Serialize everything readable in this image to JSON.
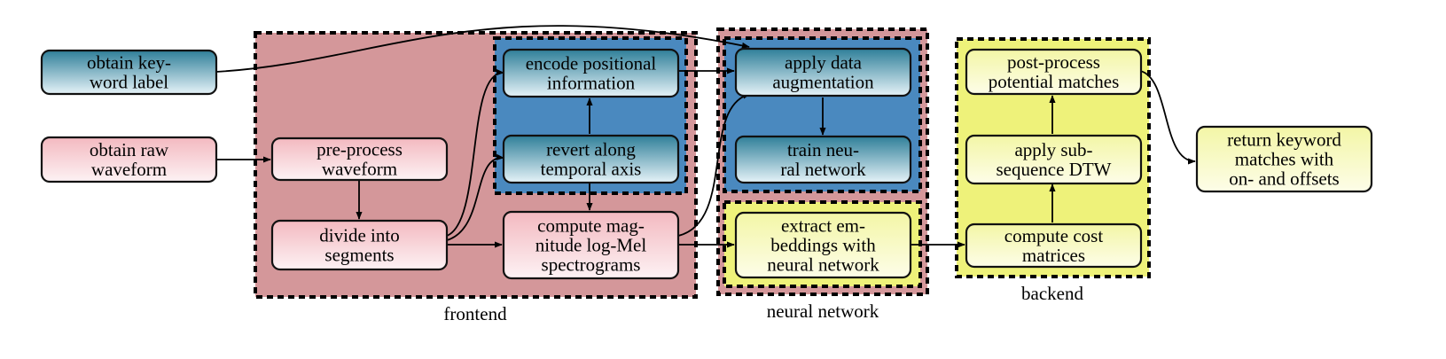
{
  "colors": {
    "teal_top": "#2f7f99",
    "teal_bottom": "#e6f3f8",
    "pink_top": "#f3b9c0",
    "pink_bottom": "#fdf2f4",
    "yellow_top": "#f3f6a6",
    "yellow_bottom": "#fdfde8",
    "group_pink": "#d4979a",
    "group_blue": "#4a89bf",
    "group_yellow": "#eef27a"
  },
  "groups": {
    "frontend": {
      "label": "frontend"
    },
    "frontend_inner": {
      "label": ""
    },
    "neural_network": {
      "label": "neural network"
    },
    "nn_inner_top": {
      "label": ""
    },
    "nn_inner_bottom": {
      "label": ""
    },
    "backend": {
      "label": "backend"
    }
  },
  "nodes": {
    "obtain_keyword_label": {
      "lines": [
        "obtain key-",
        "word label"
      ],
      "style": "teal"
    },
    "obtain_raw_waveform": {
      "lines": [
        "obtain raw",
        "waveform"
      ],
      "style": "pink"
    },
    "preprocess_waveform": {
      "lines": [
        "pre-process",
        "waveform"
      ],
      "style": "pink"
    },
    "divide_into_segments": {
      "lines": [
        "divide into",
        "segments"
      ],
      "style": "pink"
    },
    "encode_positional_information": {
      "lines": [
        "encode positional",
        "information"
      ],
      "style": "teal"
    },
    "revert_along_temporal_axis": {
      "lines": [
        "revert along",
        "temporal axis"
      ],
      "style": "teal"
    },
    "compute_log_mel": {
      "lines": [
        "compute mag-",
        "nitude log-Mel",
        "spectrograms"
      ],
      "style": "pink"
    },
    "apply_data_augmentation": {
      "lines": [
        "apply data",
        "augmentation"
      ],
      "style": "teal"
    },
    "train_neural_network": {
      "lines": [
        "train neu-",
        "ral network"
      ],
      "style": "teal"
    },
    "extract_embeddings": {
      "lines": [
        "extract em-",
        "beddings with",
        "neural network"
      ],
      "style": "yellow"
    },
    "postprocess_matches": {
      "lines": [
        "post-process",
        "potential matches"
      ],
      "style": "yellow"
    },
    "apply_subsequence_dtw": {
      "lines": [
        "apply sub-",
        "sequence DTW"
      ],
      "style": "yellow"
    },
    "compute_cost_matrices": {
      "lines": [
        "compute cost",
        "matrices"
      ],
      "style": "yellow"
    },
    "return_keyword_matches": {
      "lines": [
        "return keyword",
        "matches with",
        "on- and offsets"
      ],
      "style": "yellow"
    }
  }
}
